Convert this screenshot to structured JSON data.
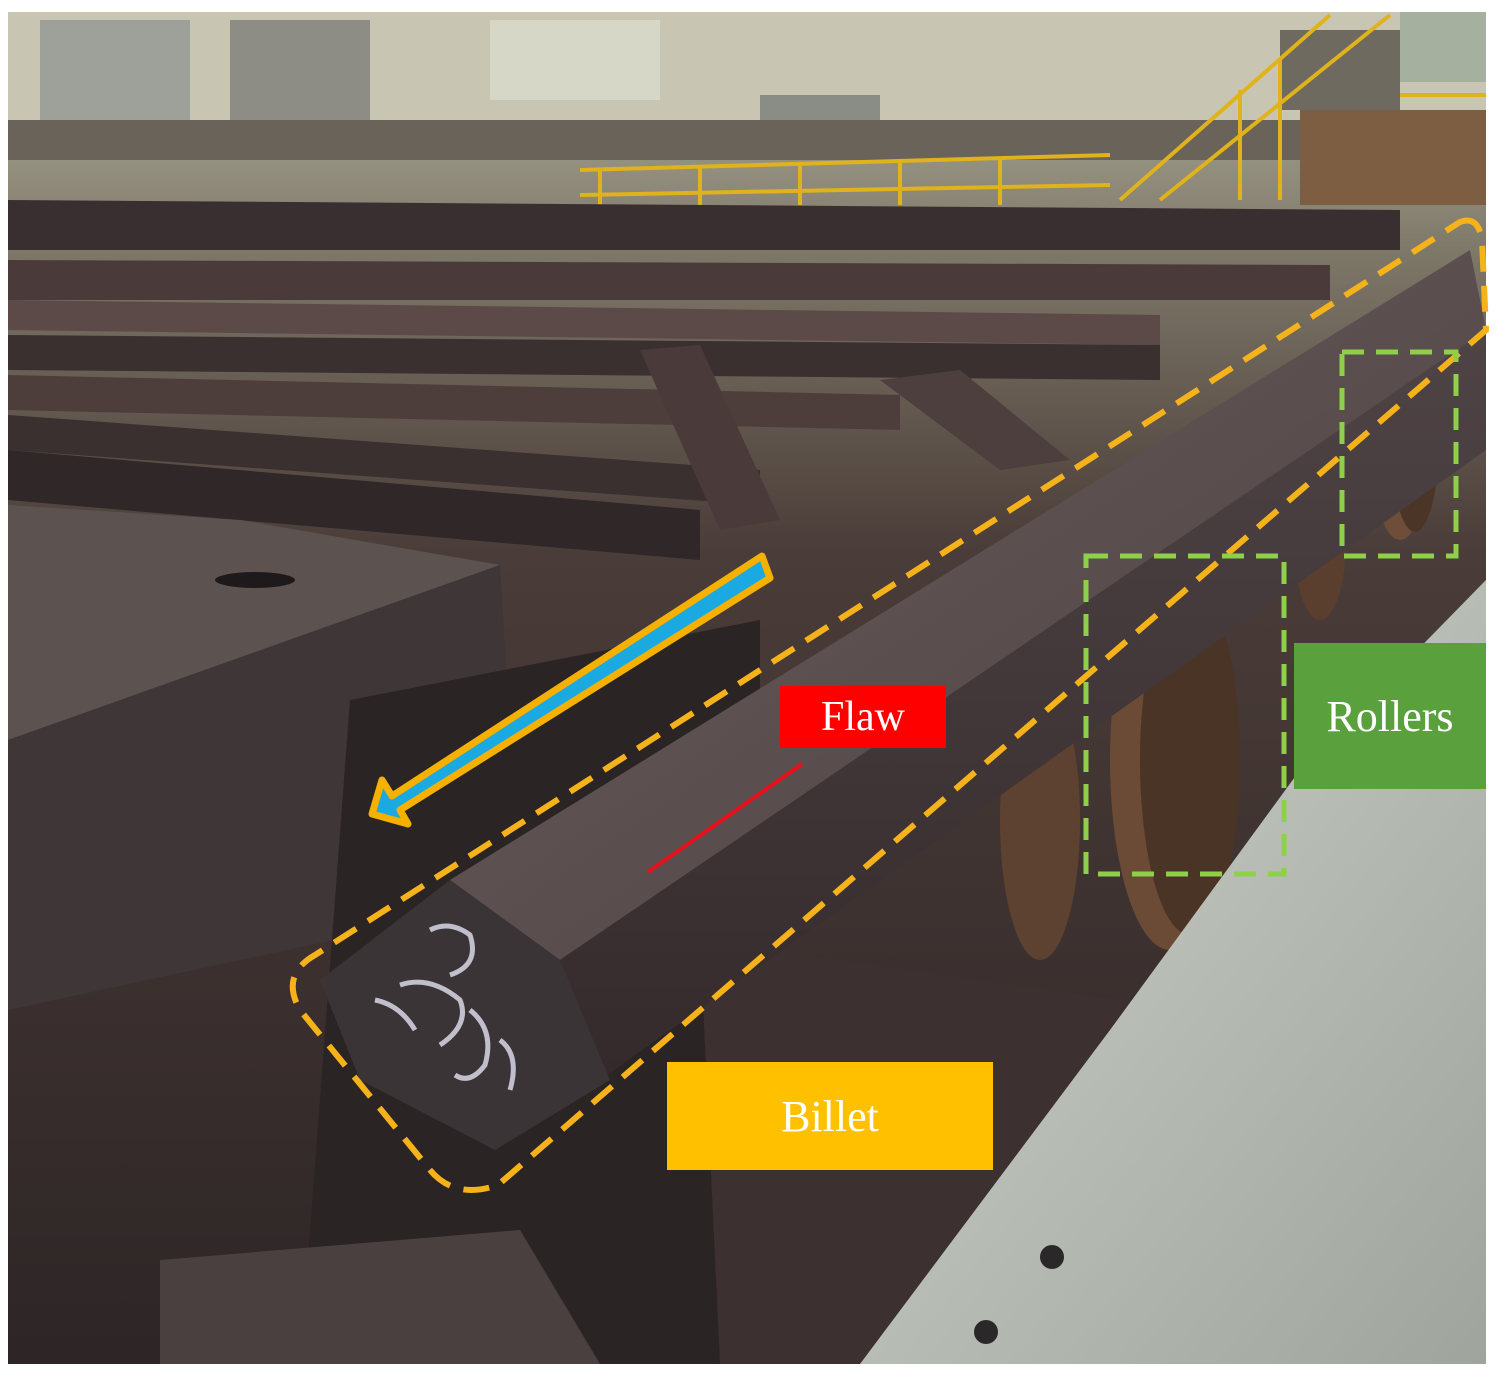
{
  "labels": {
    "flaw": "Flaw",
    "rollers": "Rollers",
    "billet": "Billet"
  },
  "colors": {
    "flaw_box": "#ff0000",
    "flaw_line": "#e8101a",
    "rollers_box": "#5aa03c",
    "rollers_dash": "#8ed04a",
    "billet_box": "#ffc000",
    "billet_dash": "#f5b21a",
    "arrow_fill": "#1aa9e0",
    "arrow_outline": "#f5b000"
  }
}
